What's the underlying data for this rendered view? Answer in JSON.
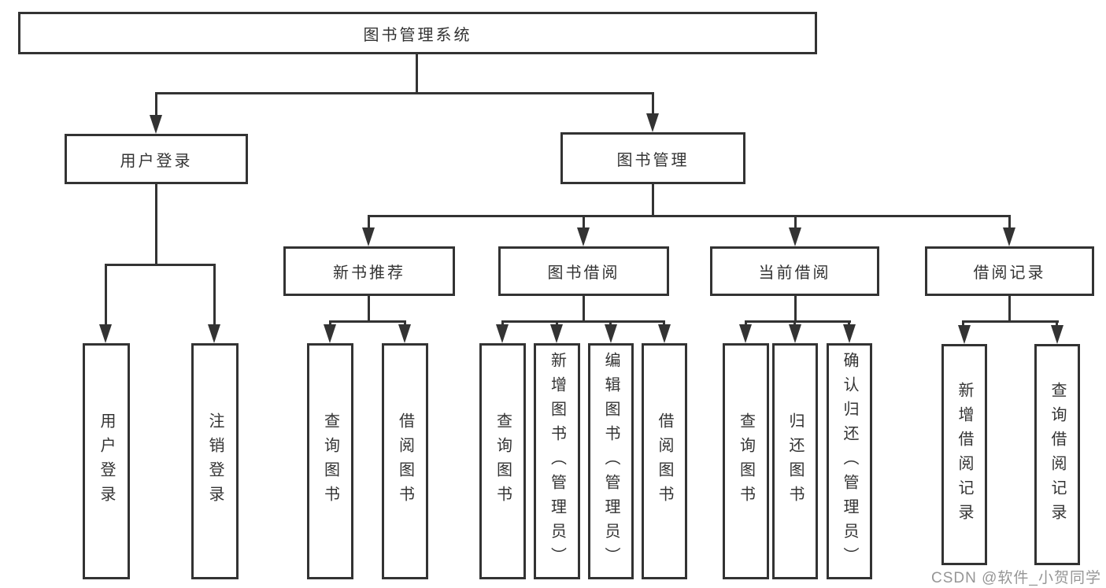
{
  "diagram_type": "hierarchy-tree",
  "colors": {
    "line": "#333333",
    "box_border": "#333333",
    "box_fill": "#ffffff",
    "text": "#333333",
    "watermark": "#969696",
    "background": "#ffffff"
  },
  "tree": {
    "label": "图书管理系统",
    "children": [
      {
        "label": "用户登录",
        "children": [
          {
            "label": "用户登录"
          },
          {
            "label": "注销登录"
          }
        ]
      },
      {
        "label": "图书管理",
        "children": [
          {
            "label": "新书推荐",
            "children": [
              {
                "label": "查询图书"
              },
              {
                "label": "借阅图书"
              }
            ]
          },
          {
            "label": "图书借阅",
            "children": [
              {
                "label": "查询图书"
              },
              {
                "label": "新增图书（管理员）"
              },
              {
                "label": "编辑图书（管理员）"
              },
              {
                "label": "借阅图书"
              }
            ]
          },
          {
            "label": "当前借阅",
            "children": [
              {
                "label": "查询图书"
              },
              {
                "label": "归还图书"
              },
              {
                "label": "确认归还（管理员）"
              }
            ]
          },
          {
            "label": "借阅记录",
            "children": [
              {
                "label": "新增借阅记录"
              },
              {
                "label": "查询借阅记录"
              }
            ]
          }
        ]
      }
    ]
  },
  "watermark": "CSDN @软件_小贺同学"
}
